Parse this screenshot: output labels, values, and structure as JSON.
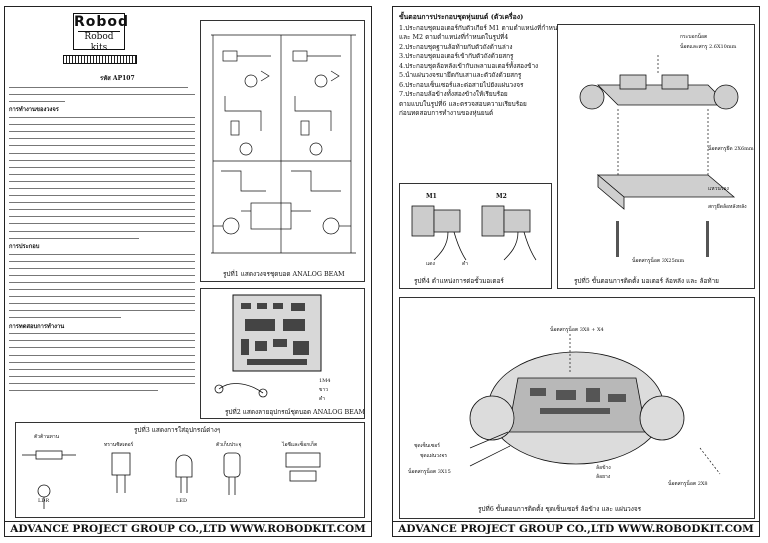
{
  "brand": {
    "line1": "Robod",
    "line2": "Robod kits"
  },
  "product_code": "รหัส AP107",
  "sections": {
    "operation": "การทำงานของวงจร",
    "assembly": "การประกอบ",
    "testing": "การทดสอบการทำงาน"
  },
  "captions": {
    "schematic": "รูปที่1 แสดงวงจรชุดบอด ANALOG BEAM",
    "pcb": "รูปที่2 แสดงลายอุปกรณ์ชุดบอด ANALOG BEAM",
    "components": "รูปที่3 แสดงการใส่อุปกรณ์ต่างๆ",
    "motor_position": "รูปที่4 ตำแหน่งการต่อขั้วมอเตอร์",
    "motor_mount": "รูปที่5 ขั้นตอนการติดตั้ง มอเตอร์ ล้อหลัง และ ล้อท้าย",
    "sensor_mount": "รูปที่6 ขั้นตอนการติดตั้ง ชุดเซ็นเซอร์ ล้อข้าง และ แผ่นวงจร"
  },
  "pcb_labels": [
    "1M4",
    "ขาว",
    "ดำ"
  ],
  "motor_labels": {
    "m1": "M1",
    "m2": "M2",
    "red": "แดง",
    "black": "ดำ"
  },
  "component_labels": {
    "diode": "ตัวต้านทาน",
    "ldr": "LDR",
    "capacitor": "ทรานซิสเตอร์",
    "led": "LED",
    "electrolytic": "ตัวเก็บประจุ",
    "ic_socket": "ไอซีและซ็อกเก็ต"
  },
  "steps": {
    "title": "ขั้นตอนการประกอบชุดหุ่นยนต์ (ตัวเครื่อง)",
    "items": [
      "1.ประกอบชุดมอเตอร์กับตัวเกียร์ M1 ตามตำแหน่งที่กำหนด",
      "และ M2 ตามตำแหน่งที่กำหนดในรูปที่4",
      "2.ประกอบชุดฐานล้อท้ายกับตัวถังด้านล่าง",
      "3.ประกอบชุดมอเตอร์เข้ากับตัวถังด้วยสกรู",
      "4.ประกอบชุดล้อหลังเข้ากับเพลามอเตอร์ทั้งสองข้าง",
      "5.นำแผ่นวงจรมายึดกับเสาและตัวถังด้วยสกรู",
      "6.ประกอบเซ็นเซอร์และต่อสายไปยังแผ่นวงจร",
      "7.ประกอบล้อข้างทั้งสองข้างให้เรียบร้อย",
      "ตามแบบในรูปที่6 และตรวจสอบความเรียบร้อย",
      "ก่อนทดสอบการทำงานของหุ่นยนต์"
    ]
  },
  "mount_labels": {
    "screw_top": "น็อตและสกรู 2.6X10mm",
    "standoff": "กระบอกน็อต",
    "screw_right": "น็อตสกรูยึด 2X6mm",
    "washer": "แหวนรอง",
    "wheel_screw": "สกรูยึดล้อหลังหลัง",
    "screw_bottom": "น็อตสกรูน็อต 3X25mm"
  },
  "sensor_labels": {
    "top": "น็อตสกรูน็อต 3X8 + X4",
    "sensor": "ชุดเซ็นเซอร์",
    "board": "ชุดแผ่นวงจร",
    "screw_mid": "น็อตสกรูน็อต 3X15",
    "wheel": "ล้อข้าง",
    "wheel_sub": "ล้อยาง",
    "screw_right": "น็อตสกรูน็อต 2X8"
  },
  "footer": "ADVANCE PROJECT GROUP CO.,LTD    WWW.ROBODKIT.COM",
  "colors": {
    "ink": "#111111",
    "line": "#333333",
    "paper": "#ffffff"
  }
}
